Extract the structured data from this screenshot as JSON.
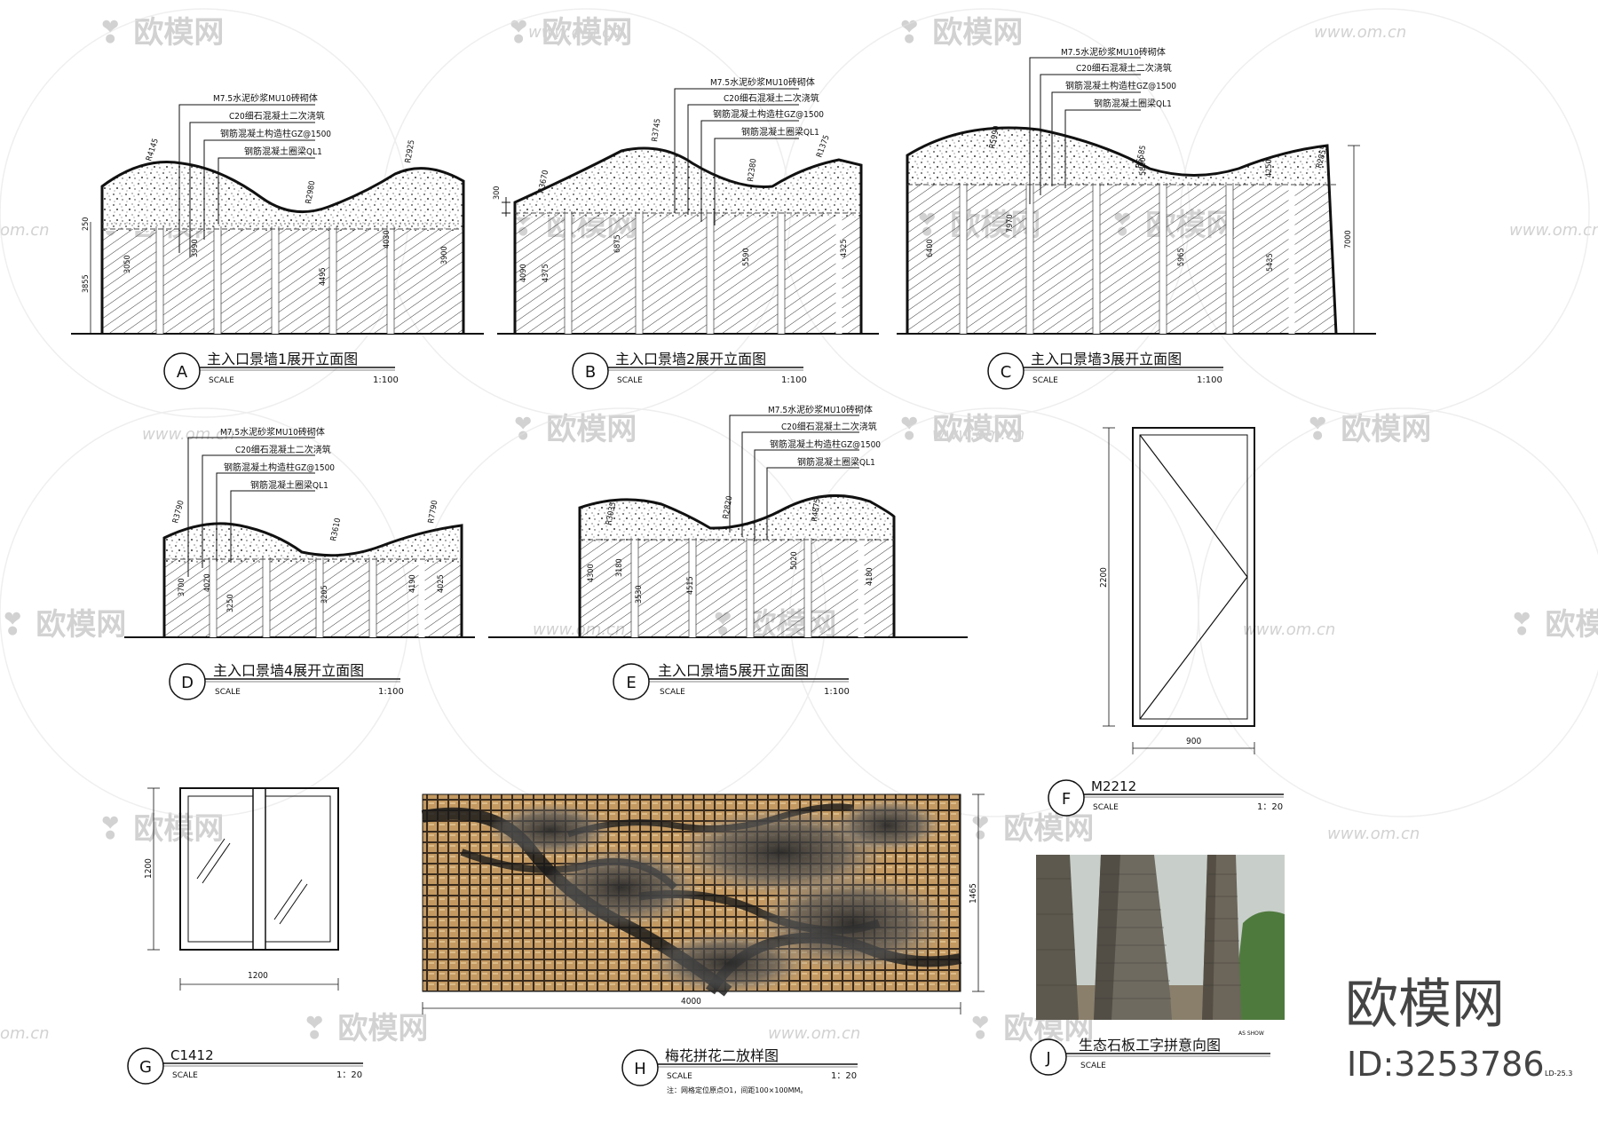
{
  "elevations": [
    {
      "label": "A",
      "title": "主入口景墙1展开立面图",
      "scale_word": "SCALE",
      "scale": "1:100",
      "radii": [
        "R4145",
        "R2980",
        "R2925"
      ],
      "dims": [
        "3855",
        "250",
        "3050",
        "3990",
        "4495",
        "4030",
        "3900"
      ],
      "notes": [
        "M7.5水泥砂浆MU10砖砌体",
        "C20细石混凝土二次浇筑",
        "钢筋混凝土构造柱GZ@1500",
        "钢筋混凝土圈梁QL1"
      ]
    },
    {
      "label": "B",
      "title": "主入口景墙2展开立面图",
      "scale_word": "SCALE",
      "scale": "1:100",
      "radii": [
        "R3670",
        "R3745",
        "R2380",
        "R1375"
      ],
      "dims": [
        "300",
        "4090",
        "4375",
        "6875",
        "5590",
        "4325"
      ],
      "notes": [
        "M7.5水泥砂浆MU10砖砌体",
        "C20细石混凝土二次浇筑",
        "钢筋混凝土构造柱GZ@1500",
        "钢筋混凝土圈梁QL1"
      ]
    },
    {
      "label": "C",
      "title": "主入口景墙3展开立面图",
      "scale_word": "SCALE",
      "scale": "1:100",
      "radii": [
        "R5990",
        "R6585",
        "R2855"
      ],
      "dims": [
        "6400",
        "7970",
        "5965",
        "5435",
        "7000",
        "5800",
        "4250"
      ],
      "notes": [
        "M7.5水泥砂浆MU10砖砌体",
        "C20细石混凝土二次浇筑",
        "钢筋混凝土构造柱GZ@1500",
        "钢筋混凝土圈梁QL1"
      ]
    },
    {
      "label": "D",
      "title": "主入口景墙4展开立面图",
      "scale_word": "SCALE",
      "scale": "1:100",
      "radii": [
        "R3790",
        "R3610",
        "R7790"
      ],
      "dims": [
        "3700",
        "4020",
        "3250",
        "3205",
        "4190",
        "4025"
      ],
      "notes": [
        "M7.5水泥砂浆MU10砖砌体",
        "C20细石混凝土二次浇筑",
        "钢筋混凝土构造柱GZ@1500",
        "钢筋混凝土圈梁QL1"
      ]
    },
    {
      "label": "E",
      "title": "主入口景墙5展开立面图",
      "scale_word": "SCALE",
      "scale": "1:100",
      "radii": [
        "R3035",
        "R2820",
        "R4875"
      ],
      "dims": [
        "4300",
        "3180",
        "3530",
        "4515",
        "5020",
        "4180"
      ],
      "notes": [
        "M7.5水泥砂浆MU10砖砌体",
        "C20细石混凝土二次浇筑",
        "钢筋混凝土构造柱GZ@1500",
        "钢筋混凝土圈梁QL1"
      ]
    }
  ],
  "door_f": {
    "label": "F",
    "title": "M2212",
    "scale_word": "SCALE",
    "scale": "1：20",
    "height": "2200",
    "width": "900"
  },
  "window_g": {
    "label": "G",
    "title": "C1412",
    "scale_word": "SCALE",
    "scale": "1：20",
    "height": "1200",
    "width": "1200"
  },
  "panel_h": {
    "label": "H",
    "title": "梅花拼花二放样图",
    "scale_word": "SCALE",
    "scale": "1：20",
    "height": "1465",
    "width": "4000",
    "note": "注：网格定位原点O1，间距100×100MM。"
  },
  "photo_j": {
    "label": "J",
    "title": "生态石板工字拼意向图",
    "scale_word": "SCALE",
    "sub_top": "AS SHOW"
  },
  "watermark": {
    "brand": "欧模网",
    "url": "www.om.cn",
    "id_text": "ID:3253786",
    "url_fragment": "om.cn"
  },
  "sheet_no": "LD-25.3",
  "colors": {
    "line": "#111111",
    "brick": "#c9a36d",
    "photo_sky": "#c8cfca",
    "photo_stone": "#6e6a60",
    "grass": "#4f7a3e"
  }
}
